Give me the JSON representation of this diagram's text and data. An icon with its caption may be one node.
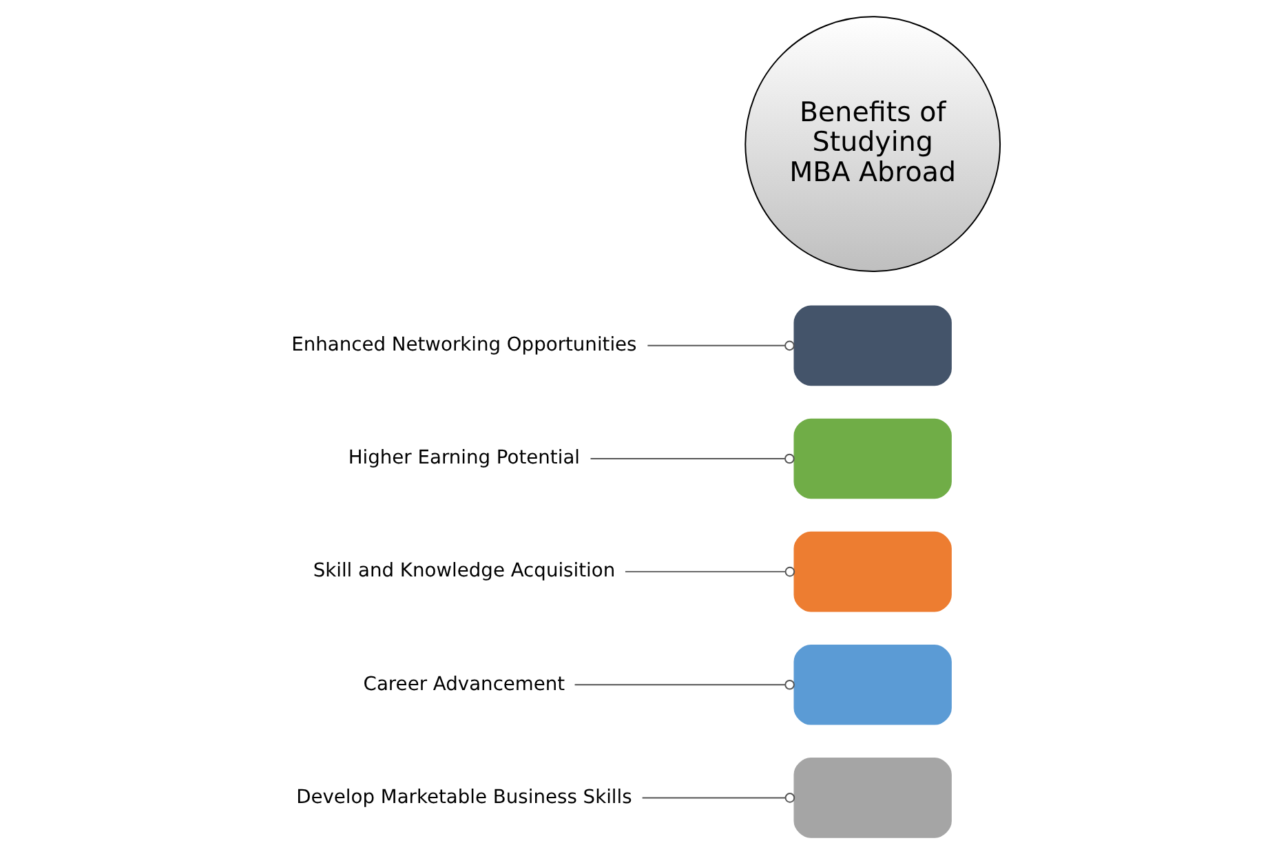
{
  "diagram": {
    "nodes": [
      {
        "text": [
          "Benefits of Studying MBA Abroad"
        ]
      },
      {
        "text": [],
        "shape": "band"
      },
      {
        "text": [],
        "shape": "band"
      },
      {
        "text": [],
        "shape": "band"
      },
      {
        "text": [],
        "shape": "band"
      },
      {
        "text": [],
        "shape": "band"
      },
      {
        "text": [
          "Enhanced Networking Opportunities"
        ]
      },
      {
        "text": [
          "Higher Earning Potential"
        ]
      },
      {
        "text": [
          "Skill and Knowledge Acquisition"
        ]
      },
      {
        "text": [
          "Career Advancement"
        ]
      },
      {
        "text": [
          "Develop Marketable Business Skills"
        ]
      }
    ],
    "edges": [
      {
        "from": 6,
        "to": 1,
        "arrow": "other"
      },
      {
        "from": 7,
        "to": 2,
        "arrow": "other"
      },
      {
        "from": 8,
        "to": 3,
        "arrow": "other"
      },
      {
        "from": 9,
        "to": 4,
        "arrow": "other"
      },
      {
        "from": 10,
        "to": 5,
        "arrow": "other"
      }
    ]
  }
}
